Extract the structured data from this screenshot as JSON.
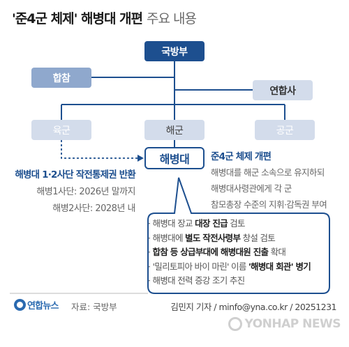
{
  "title": {
    "main": "'준4군 체제' 해병대 개편",
    "sub": "주요 내용"
  },
  "org": {
    "mod": "국방부",
    "jcs": "합참",
    "cfc": "연합사",
    "army": "육군",
    "navy": "해군",
    "af": "공군",
    "marine": "해병대"
  },
  "left_block": {
    "heading": "해병대 1·2사단 작전통제권 반환",
    "lines": [
      "해병1사단: 2026년 말까지",
      "해병2사단: 2028년 내"
    ]
  },
  "right_block": {
    "heading": "준4군 체제 개편",
    "lines": [
      "해병대를 해군 소속으로 유지하되",
      "해병대사령관에게 각 군",
      "참모총장 수준의 지휘·감독권 부여"
    ]
  },
  "bullets": [
    {
      "pre": "해병대 장교 ",
      "bold": "대장 진급",
      "post": " 검토"
    },
    {
      "pre": "해병대에 ",
      "bold": "별도 작전사령부",
      "post": " 창설 검토"
    },
    {
      "pre": "",
      "bold": "합참 등 상급부대에 해병대원 진출",
      "post": " 확대"
    },
    {
      "pre": "'밀리토피아 바이 마린' 이름 ",
      "bold": "'해병대 회관' 병기",
      "post": ""
    },
    {
      "pre": "해병대 전력 증강 조기 추진",
      "bold": "",
      "post": ""
    }
  ],
  "footer": {
    "logo": "연합뉴스",
    "source": "자료: 국방부",
    "credit": "김민지 기자 / minfo@yna.co.kr / 20251231",
    "watermark": "YONHAP NEWS"
  },
  "colors": {
    "navy": "#1d4f8f",
    "mid": "#8fa8cd",
    "light": "#d3dceb"
  }
}
